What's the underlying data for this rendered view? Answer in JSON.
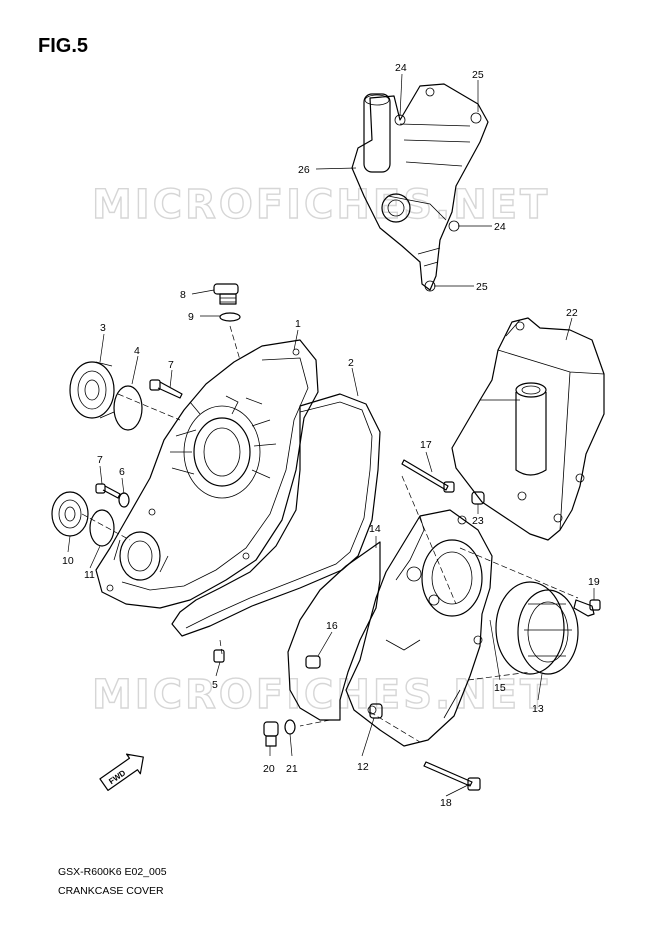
{
  "title": "FIG.5",
  "watermark": "MICROFICHES.NET",
  "footer": {
    "model_code": "GSX-R600K6 E02_005",
    "caption": "CRANKCASE COVER"
  },
  "direction_label": "FWD",
  "callouts": [
    "24",
    "25",
    "26",
    "24",
    "25",
    "22",
    "8",
    "9",
    "1",
    "3",
    "4",
    "7",
    "2",
    "17",
    "23",
    "7",
    "6",
    "10",
    "11",
    "14",
    "19",
    "16",
    "5",
    "15",
    "13",
    "20",
    "21",
    "12",
    "18"
  ]
}
